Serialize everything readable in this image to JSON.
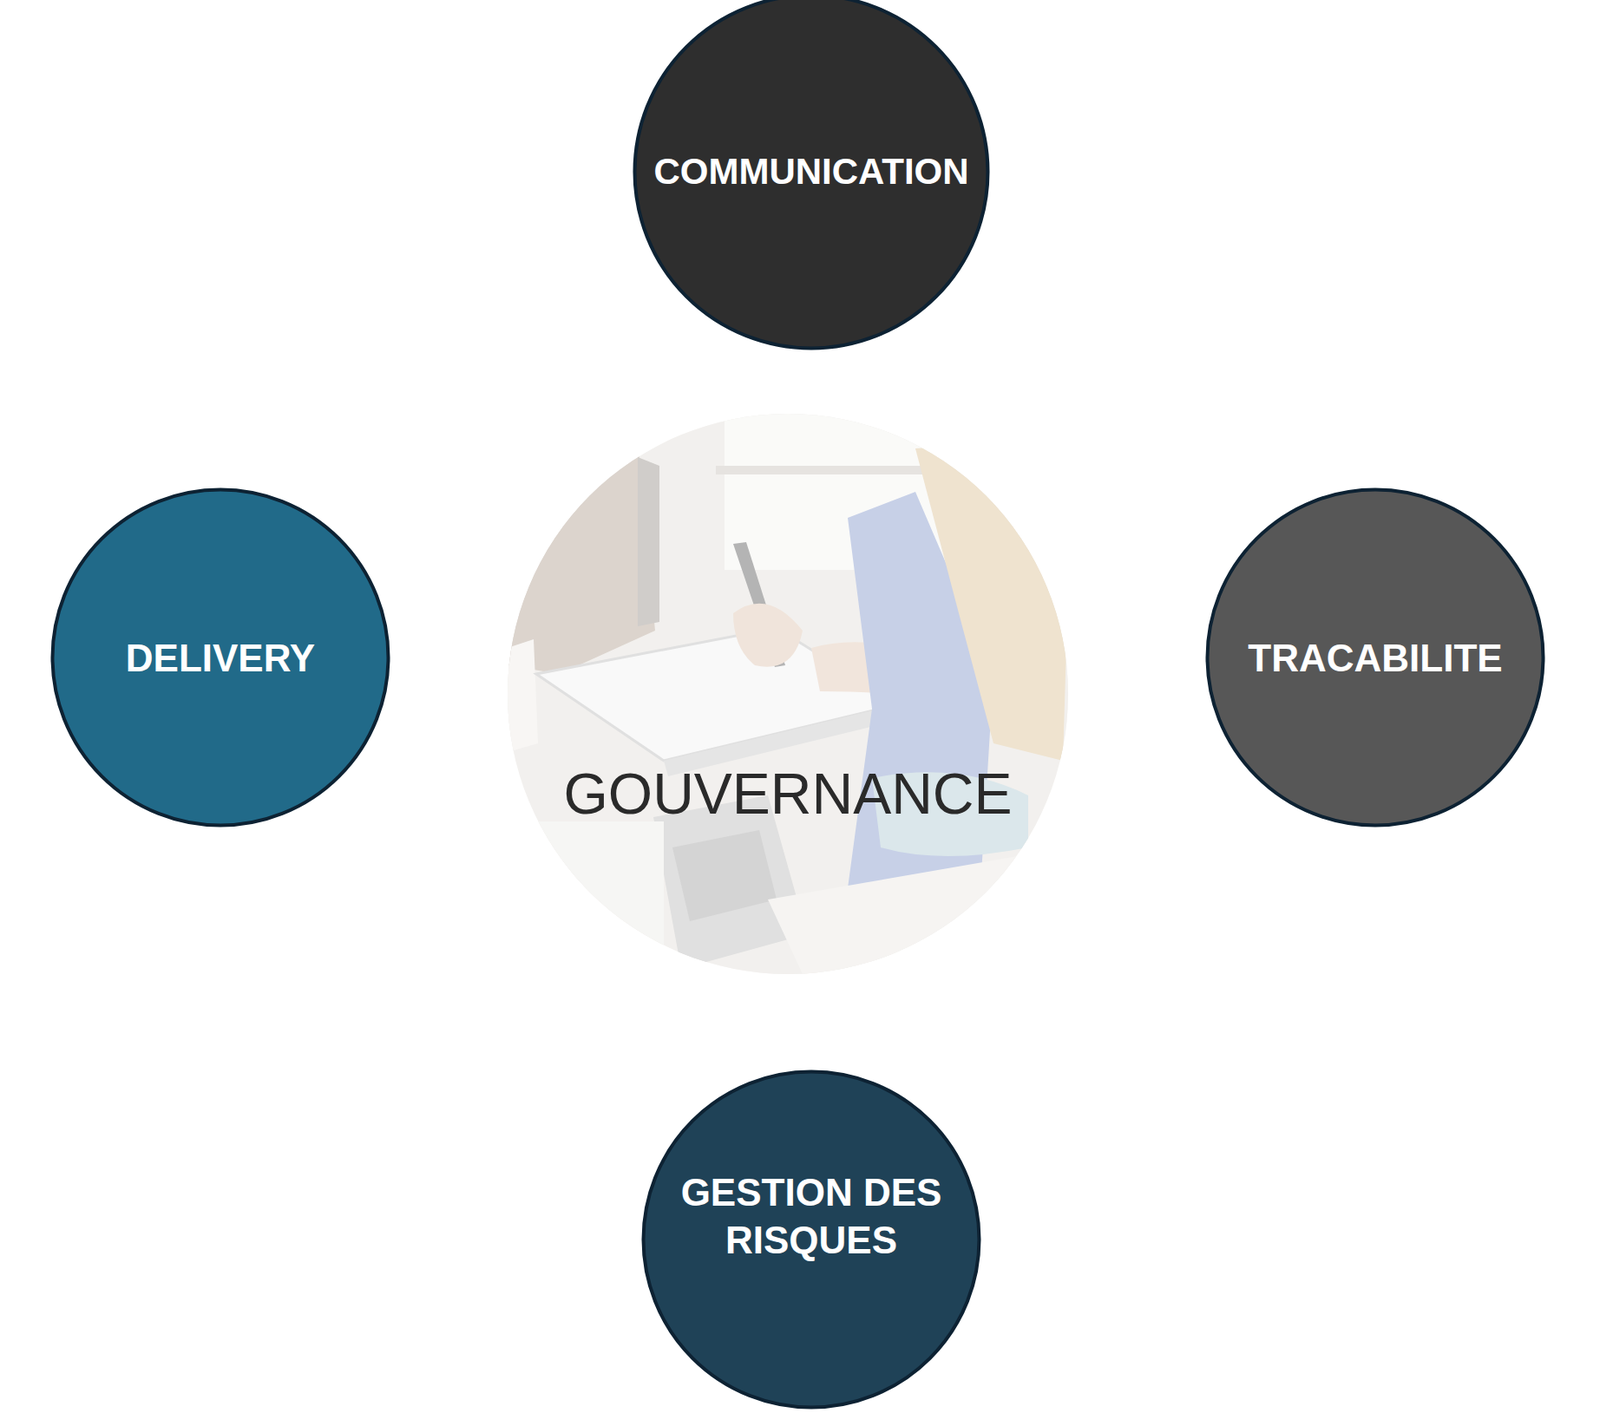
{
  "diagram": {
    "nodes": [
      {
        "text": [
          "COMMUNICATION"
        ]
      },
      {
        "text": [
          "DELIVERY"
        ]
      },
      {
        "text": [
          "GOUVERNANCE"
        ]
      },
      {
        "text": [
          "TRACABILITE"
        ]
      },
      {
        "text": [
          "GESTION DES RISQUES"
        ]
      }
    ]
  }
}
